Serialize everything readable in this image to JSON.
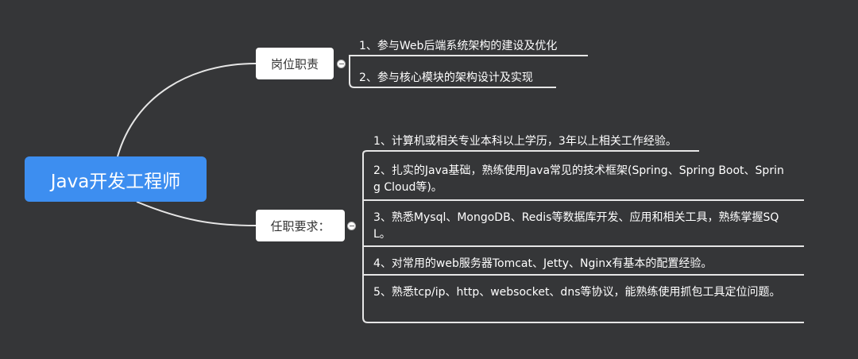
{
  "root": {
    "label": "Java开发工程师"
  },
  "branches": [
    {
      "label": "岗位职责",
      "items": [
        "1、参与Web后端系统架构的建设及优化",
        "2、参与核心模块的架构设计及实现"
      ]
    },
    {
      "label": "任职要求：",
      "items": [
        "1、计算机或相关专业本科以上学历，3年以上相关工作经验。",
        "2、扎实的Java基础，熟练使用Java常见的技术框架(Spring、Spring Boot、Spring Cloud等)。",
        "3、熟悉Mysql、MongoDB、Redis等数据库开发、应用和相关工具，熟练掌握SQL。",
        "4、对常用的web服务器Tomcat、Jetty、Nginx有基本的配置经验。",
        "5、熟悉tcp/ip、http、websocket、dns等协议，能熟练使用抓包工具定位问题。"
      ]
    }
  ],
  "colors": {
    "background": "#353638",
    "root": "#3d8ef0",
    "line": "#e6e6e6",
    "text": "#ffffff"
  }
}
